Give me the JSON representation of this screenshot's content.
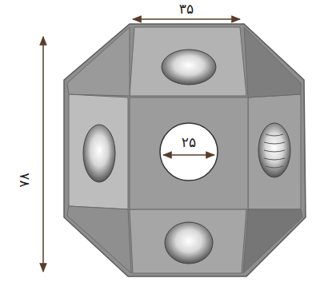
{
  "diagram": {
    "labels": [
      "۳۵",
      "۲۵",
      "۷۸"
    ]
  }
}
